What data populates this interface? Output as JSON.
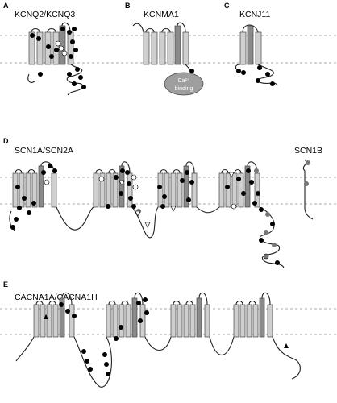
{
  "panels": [
    {
      "letter": "A",
      "gene": "KCNQ2/KCNQ3"
    },
    {
      "letter": "B",
      "gene": "KCNMA1",
      "domain_label_line1": "Ca²⁺",
      "domain_label_line2": "binding"
    },
    {
      "letter": "C",
      "gene": "KCNJ11"
    },
    {
      "letter": "D",
      "gene": "SCN1A/SCN2A",
      "beta_gene": "SCN1B"
    },
    {
      "letter": "E",
      "gene": "CACNA1A/CACNA1H"
    }
  ],
  "colors": {
    "segment": "#cfcfcf",
    "pore": "#8a8a8a",
    "mutation_black": "#000000",
    "mutation_grey": "#777777",
    "mutation_white": "#ffffff",
    "membrane": "#aaaaaa"
  }
}
